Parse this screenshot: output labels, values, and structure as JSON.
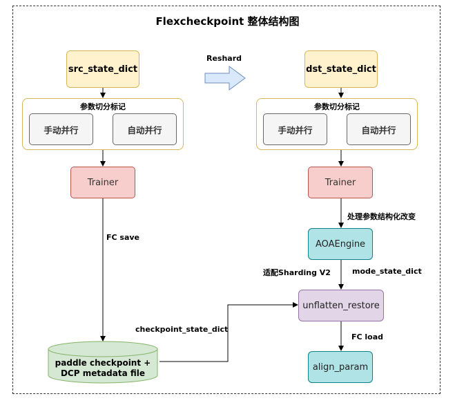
{
  "title": "Flexcheckpoint 整体结构图",
  "src": {
    "state_dict": "src_state_dict",
    "group_label": "参数切分标记",
    "manual": "手动并行",
    "auto": "自动并行",
    "trainer": "Trainer",
    "save_label": "FC save",
    "storage_line1": "paddle checkpoint +",
    "storage_line2": "DCP metadata file"
  },
  "reshard_label": "Reshard",
  "dst": {
    "state_dict": "dst_state_dict",
    "group_label": "参数切分标记",
    "manual": "手动并行",
    "auto": "自动并行",
    "trainer": "Trainer",
    "process_label": "处理参数结构化改变",
    "aoa": "AOAEngine",
    "sharding_label": "适配Sharding V2",
    "mode_label": "mode_state_dict",
    "unflatten": "unflatten_restore",
    "ckpt_label": "checkpoint_state_dict",
    "load_label": "FC load",
    "align": "align_param"
  },
  "colors": {
    "yellow_fill": "#fff2cc",
    "red_fill": "#f8cecc",
    "cyan_fill": "#b0e3e6",
    "purple_fill": "#e1d5e7",
    "green_fill": "#d5e8d4",
    "arrow_fill": "#dae8fc"
  }
}
